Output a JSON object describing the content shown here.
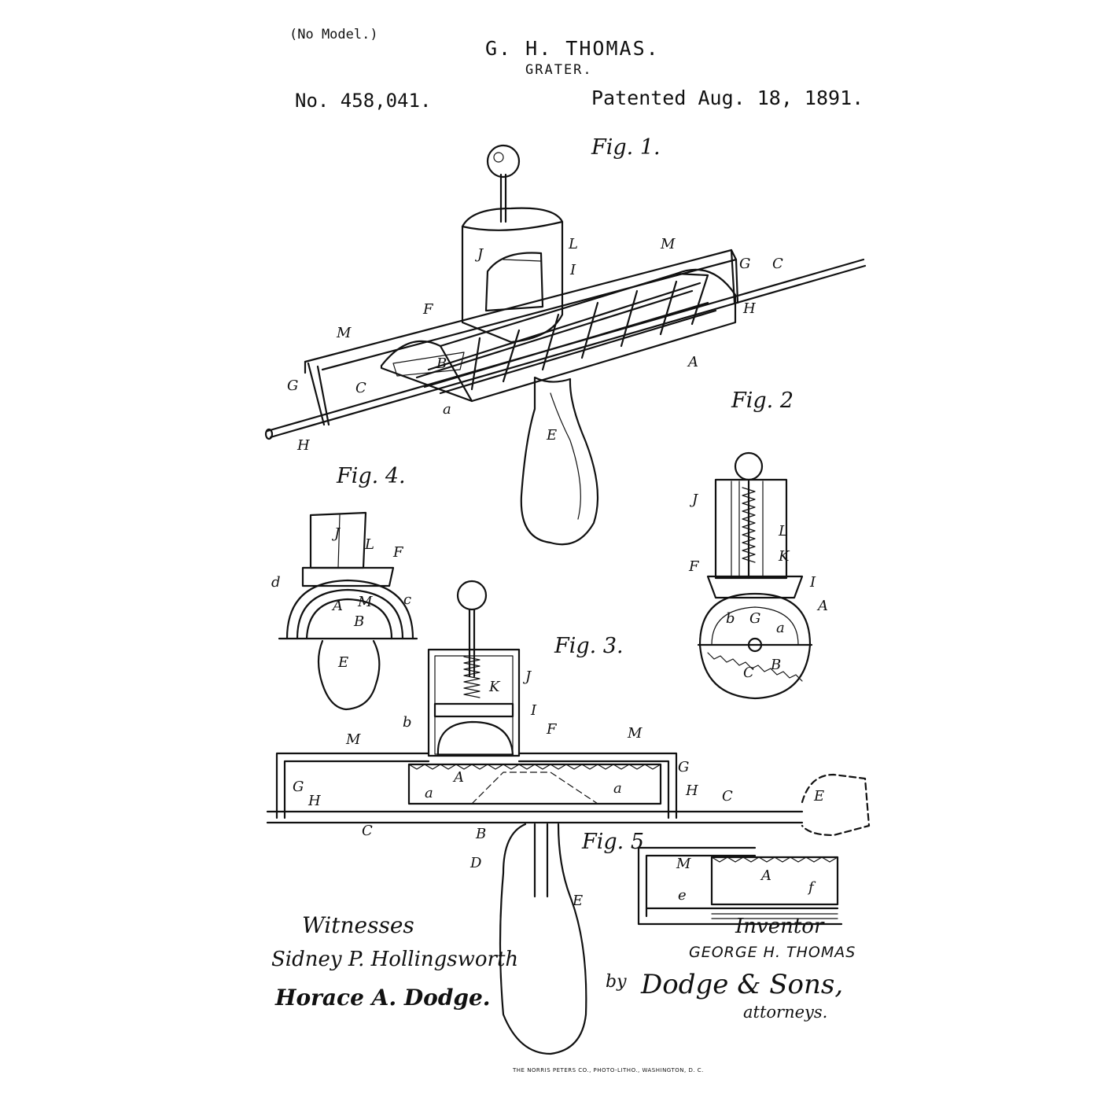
{
  "header": {
    "model_note": "(No Model.)",
    "inventor": "G. H. THOMAS.",
    "title": "GRATER.",
    "patent_no": "No. 458,041.",
    "patented": "Patented Aug. 18, 1891."
  },
  "figures": {
    "fig1": "Fig. 1.",
    "fig2": "Fig. 2",
    "fig3": "Fig. 3.",
    "fig4": "Fig. 4.",
    "fig5": "Fig. 5"
  },
  "refs": {
    "fig1": [
      "J",
      "L",
      "M",
      "G",
      "C",
      "I",
      "F",
      "H",
      "M",
      "A",
      "B",
      "G",
      "C",
      "a",
      "E",
      "H"
    ],
    "fig2": [
      "J",
      "L",
      "K",
      "F",
      "I",
      "A",
      "b",
      "G",
      "a",
      "C",
      "B"
    ],
    "fig3": [
      "K",
      "J",
      "b",
      "I",
      "F",
      "M",
      "M",
      "G",
      "A",
      "G",
      "a",
      "a",
      "H",
      "H",
      "C",
      "C",
      "E",
      "B",
      "D",
      "E"
    ],
    "fig4": [
      "J",
      "L",
      "F",
      "d",
      "A",
      "M",
      "c",
      "B",
      "E"
    ],
    "fig5": [
      "M",
      "A",
      "e",
      "f"
    ]
  },
  "signatures": {
    "witnesses_label": "Witnesses",
    "witness_1": "Sidney P. Hollingsworth",
    "witness_2": "Horace A. Dodge.",
    "inventor_label": "Inventor",
    "inventor_name": "GEORGE H. THOMAS",
    "by": "by",
    "attorney": "Dodge & Sons,",
    "attorneys_label": "attorneys."
  },
  "footer": "THE NORRIS PETERS CO., PHOTO-LITHO., WASHINGTON, D. C."
}
